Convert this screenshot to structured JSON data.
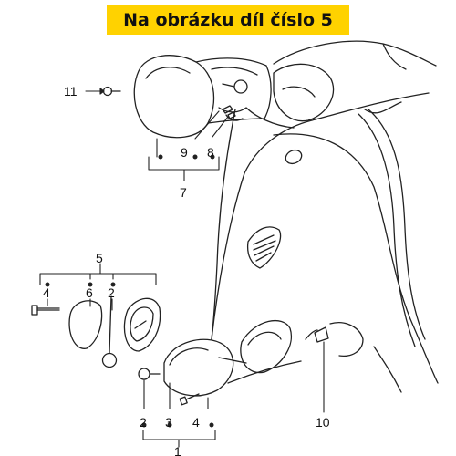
{
  "banner": {
    "text": "Na obrázku díl číslo 5",
    "color": "#ffd200"
  },
  "labels": {
    "l11": "11",
    "l9": "9",
    "l8": "8",
    "l7": "7",
    "l5": "5",
    "l4_top": "4",
    "l6": "6",
    "l2_top": "2",
    "l2_bottom": "2",
    "l3": "3",
    "l4_bottom": "4",
    "l10": "10",
    "l1": "1"
  }
}
